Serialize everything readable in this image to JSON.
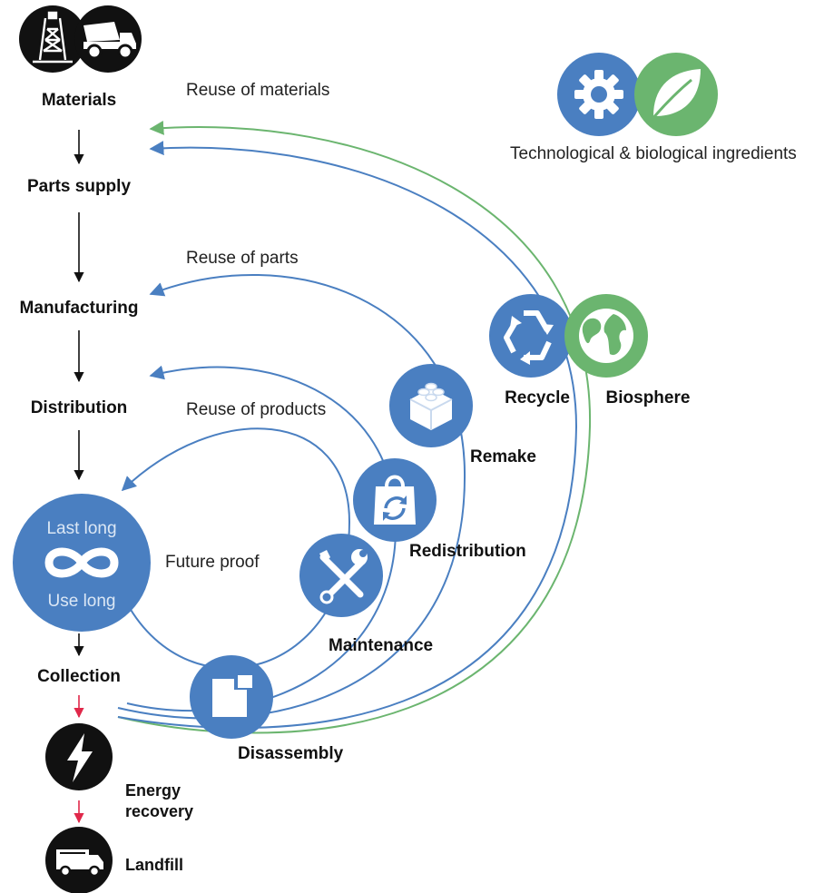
{
  "colors": {
    "blue": "#4a7fc1",
    "green": "#6bb56f",
    "black": "#111111",
    "red_arrow": "#e0284a",
    "white": "#ffffff"
  },
  "chain": {
    "materials": "Materials",
    "parts_supply": "Parts supply",
    "manufacturing": "Manufacturing",
    "distribution": "Distribution",
    "collection": "Collection",
    "energy_recovery_line1": "Energy",
    "energy_recovery_line2": "recovery",
    "landfill": "Landfill"
  },
  "loops": {
    "reuse_materials": "Reuse of materials",
    "reuse_parts": "Reuse of parts",
    "reuse_products": "Reuse of products",
    "future_proof": "Future proof"
  },
  "center": {
    "top": "Last long",
    "bottom": "Use long"
  },
  "nodes": {
    "recycle": "Recycle",
    "biosphere": "Biosphere",
    "remake": "Remake",
    "redistribution": "Redistribution",
    "maintenance": "Maintenance",
    "disassembly": "Disassembly"
  },
  "legend": {
    "ingredients": "Technological & biological ingredients"
  },
  "icons": {
    "oil_rig": "oil-rig-icon",
    "dump_truck": "dump-truck-icon",
    "gear": "gear-icon",
    "leaf": "leaf-icon",
    "recycle": "recycle-icon",
    "globe": "globe-icon",
    "brick": "brick-icon",
    "bag_refresh": "bag-refresh-icon",
    "tools": "tools-icon",
    "disassembly": "disassembly-icon",
    "infinity": "infinity-icon",
    "lightning": "lightning-icon",
    "garbage_truck": "garbage-truck-icon"
  }
}
